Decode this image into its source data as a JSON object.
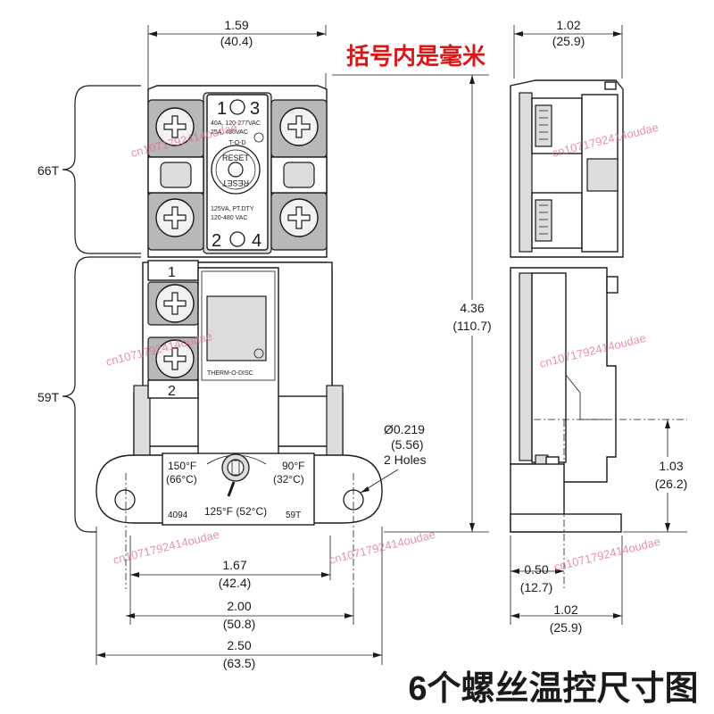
{
  "note_banner": "括号内是毫米",
  "caption": "6个螺丝温控尺寸图",
  "watermark": "cn1071792414oudae",
  "dimensions": {
    "top_width": {
      "in": "1.59",
      "mm": "(40.4)"
    },
    "side_width_top": {
      "in": "1.02",
      "mm": "(25.9)"
    },
    "height": {
      "in": "4.36",
      "mm": "(110.7)"
    },
    "hole_dia": {
      "in": "Ø0.219",
      "mm": "(5.56)",
      "note": "2 Holes"
    },
    "mount_height": {
      "in": "1.03",
      "mm": "(26.2)"
    },
    "inner_width": {
      "in": "1.67",
      "mm": "(42.4)"
    },
    "hole_spacing": {
      "in": "2.00",
      "mm": "(50.8)"
    },
    "overall_width": {
      "in": "2.50",
      "mm": "(63.5)"
    },
    "side_offset": {
      "in": "0.50",
      "mm": "(12.7)"
    },
    "side_width_bottom": {
      "in": "1.02",
      "mm": "(25.9)"
    }
  },
  "sections": {
    "upper": "66T",
    "lower": "59T"
  },
  "upper_unit": {
    "terminal_1": "1",
    "terminal_3": "3",
    "terminal_2": "2",
    "terminal_4": "4",
    "rating_1": "40A, 120-277VAC",
    "rating_2": "25A, 480VAC",
    "reset_top": "RESET",
    "reset_bottom": "RESET",
    "tod": "T-O-D",
    "rating_3": "125VA, PT.DTY",
    "rating_4": "120-480 VAC"
  },
  "lower_unit": {
    "terminal_1": "1",
    "terminal_2": "2",
    "brand": "THERM-O-DISC",
    "temp_high_f": "150°F",
    "temp_high_c": "(66°C)",
    "temp_low_f": "90°F",
    "temp_low_c": "(32°C)",
    "temp_mid": "125°F (52°C)",
    "model": "4094",
    "type": "59T"
  }
}
